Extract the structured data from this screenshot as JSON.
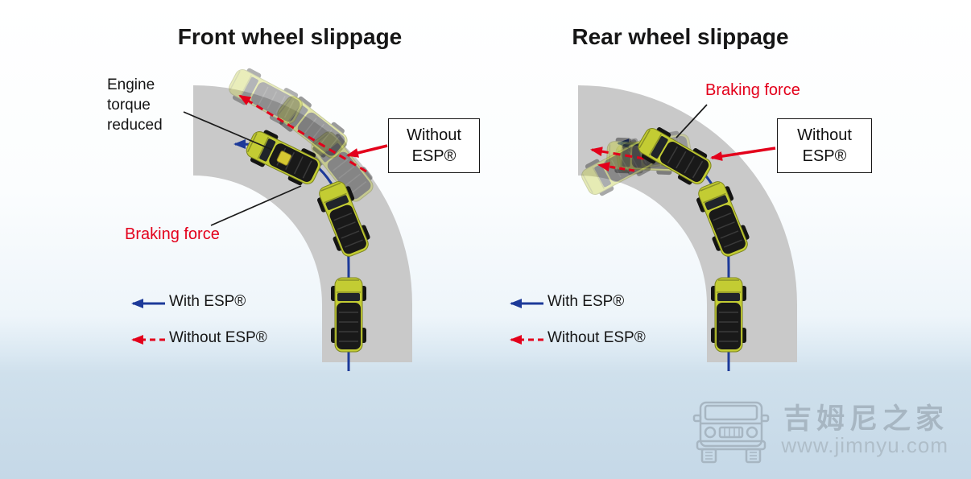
{
  "panels": {
    "left": {
      "title": "Front wheel slippage",
      "engine_label": "Engine torque reduced",
      "braking_label": "Braking force",
      "without_esp_box": "Without ESP®",
      "legend": {
        "with_esp": "With ESP®",
        "without_esp": "Without ESP®"
      }
    },
    "right": {
      "title": "Rear wheel slippage",
      "braking_label": "Braking force",
      "without_esp_box": "Without ESP®",
      "legend": {
        "with_esp": "With ESP®",
        "without_esp": "Without ESP®"
      }
    }
  },
  "watermark": {
    "site_name": "吉姆尼之家",
    "site_url": "www.jimnyu.com"
  },
  "colors": {
    "with_esp_arrow": "#1d3a99",
    "without_esp_arrow": "#e3001b",
    "road": "#c9c9c9",
    "car_body": "#c3cc33",
    "background_lower": "#c5d8e7",
    "watermark": "#a7b6c2"
  }
}
